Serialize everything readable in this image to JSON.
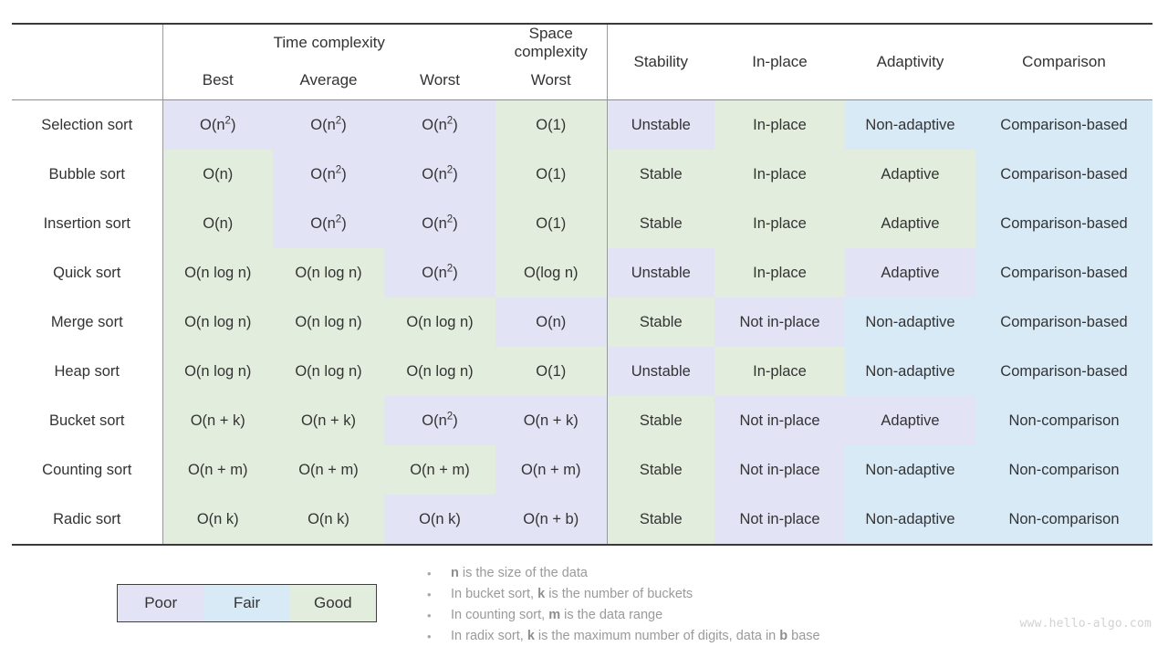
{
  "table": {
    "group_headers": [
      {
        "label": "",
        "span": 1
      },
      {
        "label": "Time complexity",
        "span": 3
      },
      {
        "label": "Space complexity",
        "span": 1
      }
    ],
    "columns": [
      {
        "key": "name",
        "label": ""
      },
      {
        "key": "best",
        "label": "Best"
      },
      {
        "key": "average",
        "label": "Average"
      },
      {
        "key": "worst",
        "label": "Worst"
      },
      {
        "key": "space",
        "label": "Worst"
      },
      {
        "key": "stability",
        "label": "Stability"
      },
      {
        "key": "in_place",
        "label": "In-place"
      },
      {
        "key": "adaptivity",
        "label": "Adaptivity"
      },
      {
        "key": "comparison",
        "label": "Comparison"
      }
    ],
    "rows": [
      {
        "name": "Selection sort",
        "cells": [
          {
            "text": "O(n²)",
            "base": "O(n",
            "sup": "2",
            "tail": ")",
            "rating": "poor"
          },
          {
            "text": "O(n²)",
            "base": "O(n",
            "sup": "2",
            "tail": ")",
            "rating": "poor"
          },
          {
            "text": "O(n²)",
            "base": "O(n",
            "sup": "2",
            "tail": ")",
            "rating": "poor"
          },
          {
            "text": "O(1)",
            "rating": "good"
          },
          {
            "text": "Unstable",
            "rating": "poor"
          },
          {
            "text": "In-place",
            "rating": "good"
          },
          {
            "text": "Non-adaptive",
            "rating": "fair"
          },
          {
            "text": "Comparison-based",
            "rating": "fair"
          }
        ]
      },
      {
        "name": "Bubble sort",
        "cells": [
          {
            "text": "O(n)",
            "rating": "good"
          },
          {
            "text": "O(n²)",
            "base": "O(n",
            "sup": "2",
            "tail": ")",
            "rating": "poor"
          },
          {
            "text": "O(n²)",
            "base": "O(n",
            "sup": "2",
            "tail": ")",
            "rating": "poor"
          },
          {
            "text": "O(1)",
            "rating": "good"
          },
          {
            "text": "Stable",
            "rating": "good"
          },
          {
            "text": "In-place",
            "rating": "good"
          },
          {
            "text": "Adaptive",
            "rating": "good"
          },
          {
            "text": "Comparison-based",
            "rating": "fair"
          }
        ]
      },
      {
        "name": "Insertion sort",
        "cells": [
          {
            "text": "O(n)",
            "rating": "good"
          },
          {
            "text": "O(n²)",
            "base": "O(n",
            "sup": "2",
            "tail": ")",
            "rating": "poor"
          },
          {
            "text": "O(n²)",
            "base": "O(n",
            "sup": "2",
            "tail": ")",
            "rating": "poor"
          },
          {
            "text": "O(1)",
            "rating": "good"
          },
          {
            "text": "Stable",
            "rating": "good"
          },
          {
            "text": "In-place",
            "rating": "good"
          },
          {
            "text": "Adaptive",
            "rating": "good"
          },
          {
            "text": "Comparison-based",
            "rating": "fair"
          }
        ]
      },
      {
        "name": "Quick sort",
        "cells": [
          {
            "text": "O(n log n)",
            "rating": "good"
          },
          {
            "text": "O(n log n)",
            "rating": "good"
          },
          {
            "text": "O(n²)",
            "base": "O(n",
            "sup": "2",
            "tail": ")",
            "rating": "poor"
          },
          {
            "text": "O(log n)",
            "rating": "good"
          },
          {
            "text": "Unstable",
            "rating": "poor"
          },
          {
            "text": "In-place",
            "rating": "good"
          },
          {
            "text": "Adaptive",
            "rating": "poor"
          },
          {
            "text": "Comparison-based",
            "rating": "fair"
          }
        ]
      },
      {
        "name": "Merge sort",
        "cells": [
          {
            "text": "O(n log n)",
            "rating": "good"
          },
          {
            "text": "O(n log n)",
            "rating": "good"
          },
          {
            "text": "O(n log n)",
            "rating": "good"
          },
          {
            "text": "O(n)",
            "rating": "poor"
          },
          {
            "text": "Stable",
            "rating": "good"
          },
          {
            "text": "Not in-place",
            "rating": "poor"
          },
          {
            "text": "Non-adaptive",
            "rating": "fair"
          },
          {
            "text": "Comparison-based",
            "rating": "fair"
          }
        ]
      },
      {
        "name": "Heap sort",
        "cells": [
          {
            "text": "O(n log n)",
            "rating": "good"
          },
          {
            "text": "O(n log n)",
            "rating": "good"
          },
          {
            "text": "O(n log n)",
            "rating": "good"
          },
          {
            "text": "O(1)",
            "rating": "good"
          },
          {
            "text": "Unstable",
            "rating": "poor"
          },
          {
            "text": "In-place",
            "rating": "good"
          },
          {
            "text": "Non-adaptive",
            "rating": "fair"
          },
          {
            "text": "Comparison-based",
            "rating": "fair"
          }
        ]
      },
      {
        "name": "Bucket sort",
        "cells": [
          {
            "text": "O(n + k)",
            "rating": "good"
          },
          {
            "text": "O(n + k)",
            "rating": "good"
          },
          {
            "text": "O(n²)",
            "base": "O(n",
            "sup": "2",
            "tail": ")",
            "rating": "poor"
          },
          {
            "text": "O(n + k)",
            "rating": "poor"
          },
          {
            "text": "Stable",
            "rating": "good"
          },
          {
            "text": "Not in-place",
            "rating": "poor"
          },
          {
            "text": "Adaptive",
            "rating": "poor"
          },
          {
            "text": "Non-comparison",
            "rating": "fair"
          }
        ]
      },
      {
        "name": "Counting sort",
        "cells": [
          {
            "text": "O(n + m)",
            "rating": "good"
          },
          {
            "text": "O(n + m)",
            "rating": "good"
          },
          {
            "text": "O(n + m)",
            "rating": "good"
          },
          {
            "text": "O(n + m)",
            "rating": "poor"
          },
          {
            "text": "Stable",
            "rating": "good"
          },
          {
            "text": "Not in-place",
            "rating": "poor"
          },
          {
            "text": "Non-adaptive",
            "rating": "fair"
          },
          {
            "text": "Non-comparison",
            "rating": "fair"
          }
        ]
      },
      {
        "name": "Radic sort",
        "cells": [
          {
            "text": "O(n k)",
            "rating": "good"
          },
          {
            "text": "O(n k)",
            "rating": "good"
          },
          {
            "text": "O(n k)",
            "rating": "poor"
          },
          {
            "text": "O(n + b)",
            "rating": "poor"
          },
          {
            "text": "Stable",
            "rating": "good"
          },
          {
            "text": "Not in-place",
            "rating": "poor"
          },
          {
            "text": "Non-adaptive",
            "rating": "fair"
          },
          {
            "text": "Non-comparison",
            "rating": "fair"
          }
        ]
      }
    ]
  },
  "legend": {
    "items": [
      {
        "label": "Poor",
        "rating": "poor",
        "color": "#e2e3f5"
      },
      {
        "label": "Fair",
        "rating": "fair",
        "color": "#d9eaf7"
      },
      {
        "label": "Good",
        "rating": "good",
        "color": "#e3edde"
      }
    ]
  },
  "notes": {
    "bullet": "•",
    "items": [
      {
        "prefix": "",
        "bold": "n",
        "suffix": " is the size of the data"
      },
      {
        "prefix": "In bucket sort, ",
        "bold": "k",
        "suffix": " is the number of buckets"
      },
      {
        "prefix": "In counting sort, ",
        "bold": "m",
        "suffix": " is the data range"
      },
      {
        "prefix": "In radix sort, ",
        "bold": "k",
        "suffix": " is the maximum number of digits, data in ",
        "bold2": "b",
        "suffix2": " base"
      }
    ]
  },
  "watermark": {
    "text": "www.hello-algo.com"
  },
  "colors": {
    "poor": "#e2e3f5",
    "fair": "#d9eaf7",
    "good": "#e3edde",
    "rule": "#3a3a3a",
    "thin_rule": "#9a9a9a",
    "text": "#333333",
    "note_text": "#9a9a9a",
    "watermark": "#d2d2d2"
  }
}
